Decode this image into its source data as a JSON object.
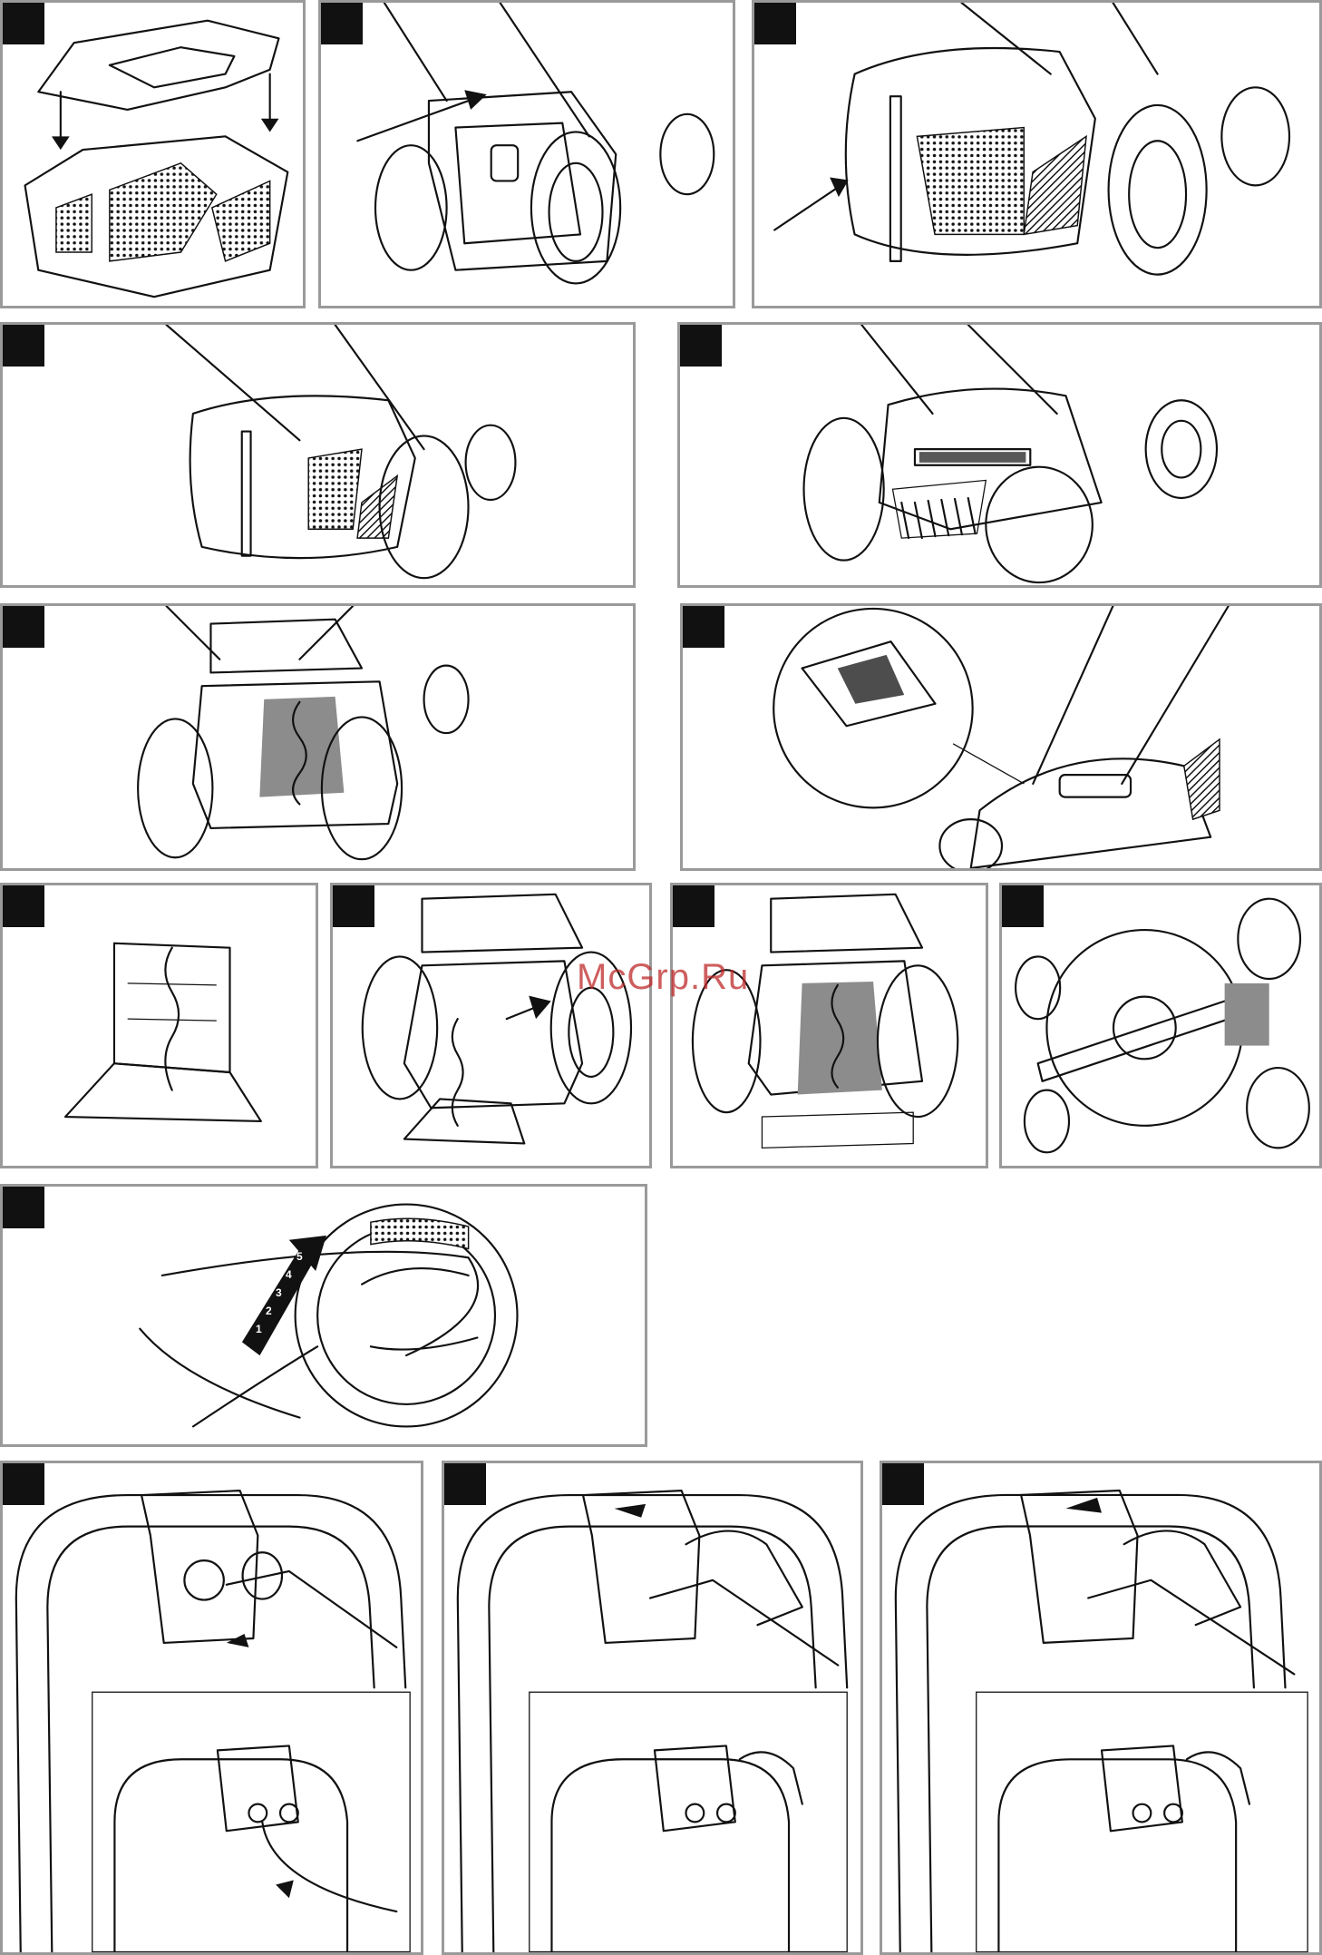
{
  "watermark": "McGrp.Ru",
  "panels": [
    {
      "id": "p1"
    },
    {
      "id": "p2"
    },
    {
      "id": "p3"
    },
    {
      "id": "p4"
    },
    {
      "id": "p5"
    },
    {
      "id": "p6"
    },
    {
      "id": "p7"
    },
    {
      "id": "p8"
    },
    {
      "id": "p9"
    },
    {
      "id": "p10"
    },
    {
      "id": "p11"
    },
    {
      "id": "p12"
    },
    {
      "id": "p13"
    },
    {
      "id": "p14"
    },
    {
      "id": "p15"
    }
  ],
  "height_scale": {
    "labels": [
      "1",
      "2",
      "3",
      "4",
      "5"
    ]
  },
  "colors": {
    "line": "#111111",
    "frame": "#9a9a9a",
    "grey_fill": "#8c8c8c",
    "watermark": "#be2828"
  }
}
